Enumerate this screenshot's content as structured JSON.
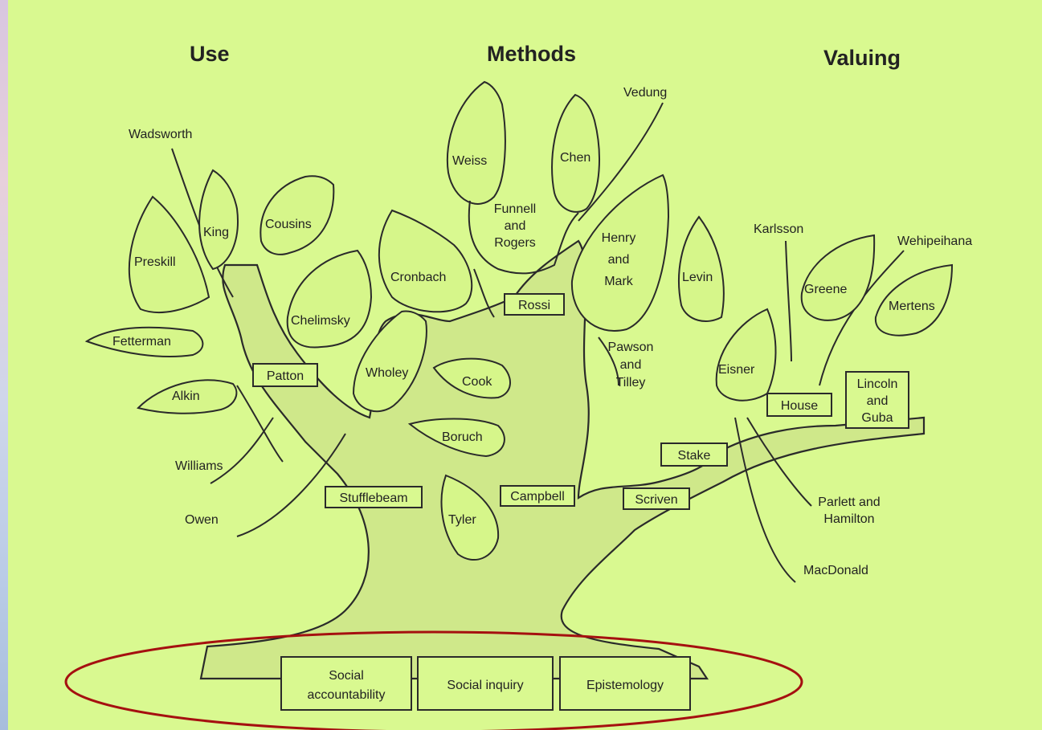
{
  "headers": {
    "use": "Use",
    "methods": "Methods",
    "valuing": "Valuing"
  },
  "leaves": {
    "preskill": "Preskill",
    "king": "King",
    "cousins": "Cousins",
    "chelimsky": "Chelimsky",
    "fetterman": "Fetterman",
    "alkin": "Alkin",
    "weiss": "Weiss",
    "chen": "Chen",
    "cronbach": "Cronbach",
    "wholey": "Wholey",
    "cook": "Cook",
    "boruch": "Boruch",
    "tyler": "Tyler",
    "henry_and_mark": [
      "Henry",
      "and",
      "Mark"
    ],
    "levin": "Levin",
    "greene": "Greene",
    "mertens": "Mertens",
    "eisner": "Eisner"
  },
  "names": {
    "wadsworth": "Wadsworth",
    "vedung": "Vedung",
    "funnell_and_rogers": [
      "Funnell",
      "and",
      "Rogers"
    ],
    "pawson_and_tilley": [
      "Pawson",
      "and",
      "Tilley"
    ],
    "karlsson": "Karlsson",
    "wehipeihana": "Wehipeihana",
    "williams": "Williams",
    "owen": "Owen",
    "parlett_and_hamilton": [
      "Parlett and",
      "Hamilton"
    ],
    "macdonald": "MacDonald"
  },
  "boxes": {
    "patton": "Patton",
    "rossi": "Rossi",
    "stufflebeam": "Stufflebeam",
    "campbell": "Campbell",
    "scriven": "Scriven",
    "stake": "Stake",
    "house": "House",
    "lincoln_and_guba": [
      "Lincoln",
      "and",
      "Guba"
    ]
  },
  "roots": {
    "social_accountability": [
      "Social",
      "accountability"
    ],
    "social_inquiry": "Social inquiry",
    "epistemology": "Epistemology"
  },
  "colors": {
    "panel": "#d9f990",
    "ink": "#2a2a2a",
    "highlight_ellipse": "#a51010"
  }
}
